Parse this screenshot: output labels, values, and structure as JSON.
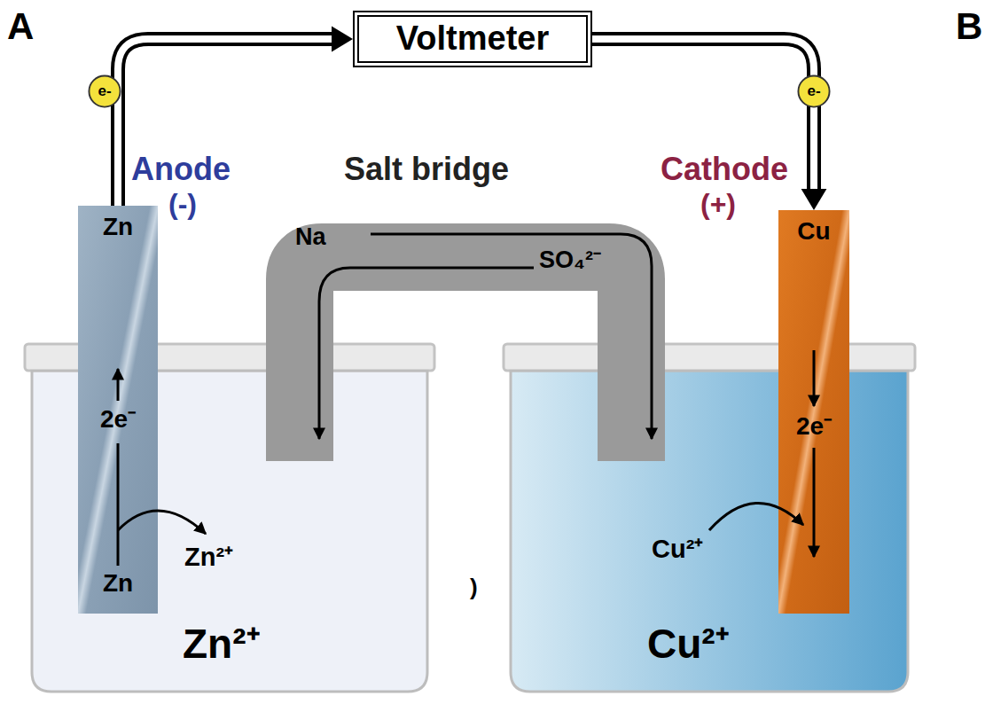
{
  "diagram": {
    "nodes": [
      {
        "text": [
          "e-"
        ]
      },
      {
        "text": [
          "Voltmeter"
        ]
      },
      {
        "text": [
          "e-"
        ]
      },
      {
        "text": [
          "Zn",
          "2e⁻",
          "Zn"
        ]
      },
      {
        "text": [
          "Cu",
          "2e⁻"
        ]
      }
    ],
    "edges": [
      {
        "from": 3,
        "to": 1,
        "arrow": "to"
      },
      {
        "from": 1,
        "to": 4,
        "arrow": "to"
      }
    ],
    "labels": [
      "A",
      "B",
      "Anode",
      "(-)",
      "Salt bridge",
      "Cathode",
      "(+)",
      "Na",
      "SO₄²⁻",
      "Zn²⁺",
      "Cu²⁺",
      ")",
      "Zn²⁺",
      "Cu²⁺"
    ]
  }
}
